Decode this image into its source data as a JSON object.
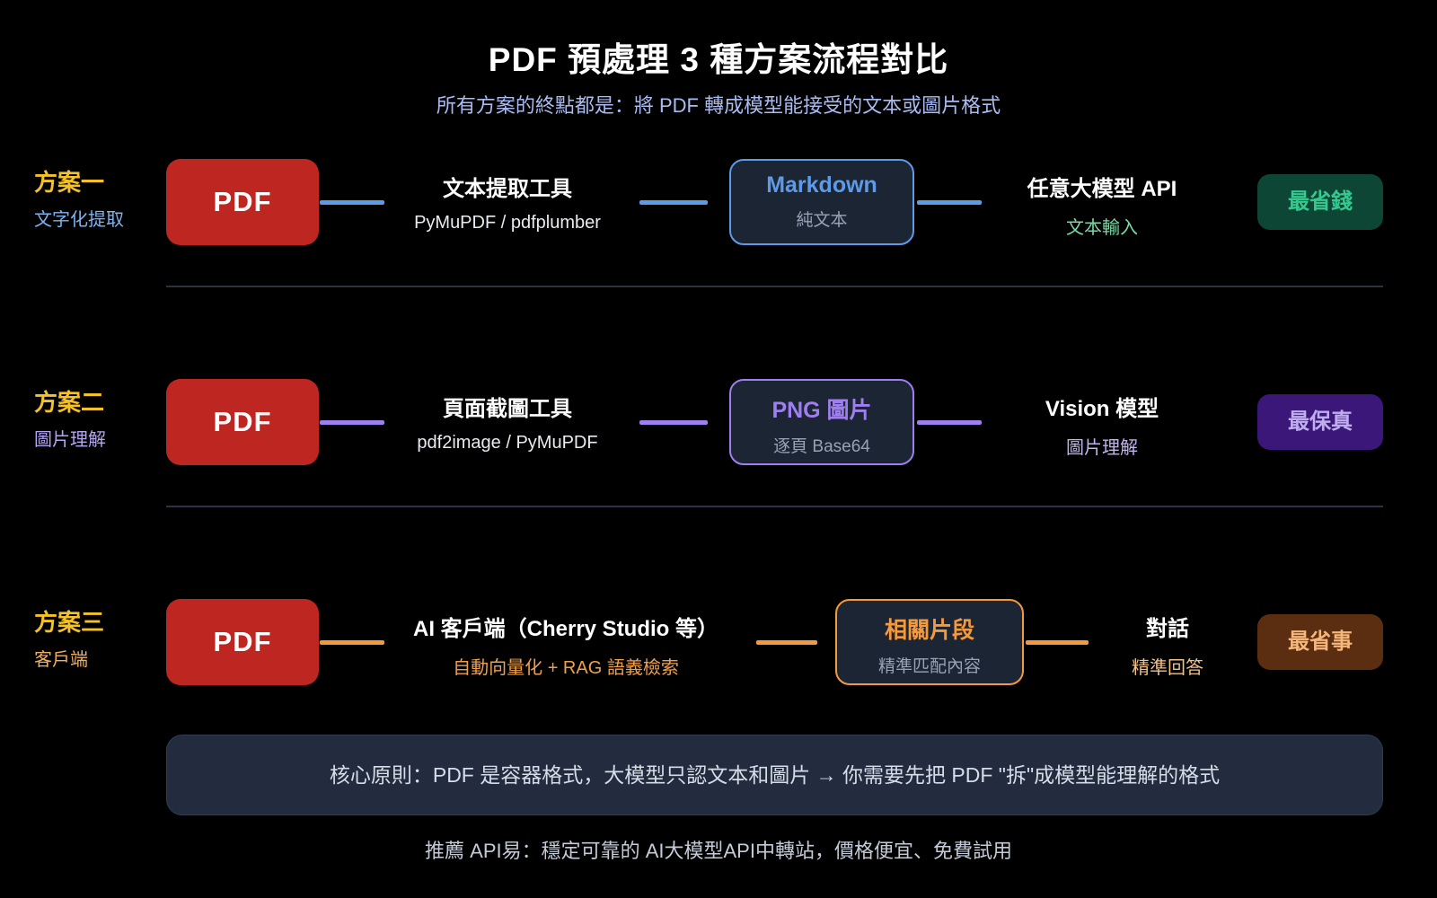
{
  "title": "PDF 預處理 3 種方案流程對比",
  "subtitle": "所有方案的終點都是：將 PDF 轉成模型能接受的文本或圖片格式",
  "rows": [
    {
      "accent": "#5D9BE8",
      "label_title": "方案一",
      "label_sub": "文字化提取",
      "label_sub_color": "#7EB3F0",
      "source": "PDF",
      "step1_title": "文本提取工具",
      "step1_sub": "PyMuPDF / pdfplumber",
      "step1_sub_color": "#E8EBEF",
      "box_title": "Markdown",
      "box_sub": "純文本",
      "step2_title": "任意大模型 API",
      "step2_sub": "文本輸入",
      "step2_sub_color": "#7BD8A6",
      "badge": "最省錢",
      "badge_bg": "#0E4636",
      "badge_color": "#34CA8F"
    },
    {
      "accent": "#9F7FF0",
      "label_title": "方案二",
      "label_sub": "圖片理解",
      "label_sub_color": "#B4A5F0",
      "source": "PDF",
      "step1_title": "頁面截圖工具",
      "step1_sub": "pdf2image / PyMuPDF",
      "step1_sub_color": "#E8EBEF",
      "box_title": "PNG 圖片",
      "box_sub": "逐頁 Base64",
      "step2_title": "Vision 模型",
      "step2_sub": "圖片理解",
      "step2_sub_color": "#C3B2F0",
      "badge": "最保真",
      "badge_bg": "#3A1778",
      "badge_color": "#C0ADEF"
    },
    {
      "accent": "#F5993D",
      "label_title": "方案三",
      "label_sub": "客戶端",
      "label_sub_color": "#F0B060",
      "source": "PDF",
      "step1_title": "AI 客戶端（Cherry Studio 等）",
      "step1_sub": "自動向量化 + RAG 語義檢索",
      "step1_sub_color": "#F0A04B",
      "box_title": "相關片段",
      "box_sub": "精準匹配內容",
      "step2_title": "對話",
      "step2_sub": "精準回答",
      "step2_sub_color": "#F3C18A",
      "badge": "最省事",
      "badge_bg": "#5B2D11",
      "badge_color": "#F4B679"
    }
  ],
  "principle": "核心原則：PDF 是容器格式，大模型只認文本和圖片 → 你需要先把 PDF \"拆\"成模型能理解的格式",
  "footer": "推薦 API易：穩定可靠的 AI大模型API中轉站，價格便宜、免費試用"
}
